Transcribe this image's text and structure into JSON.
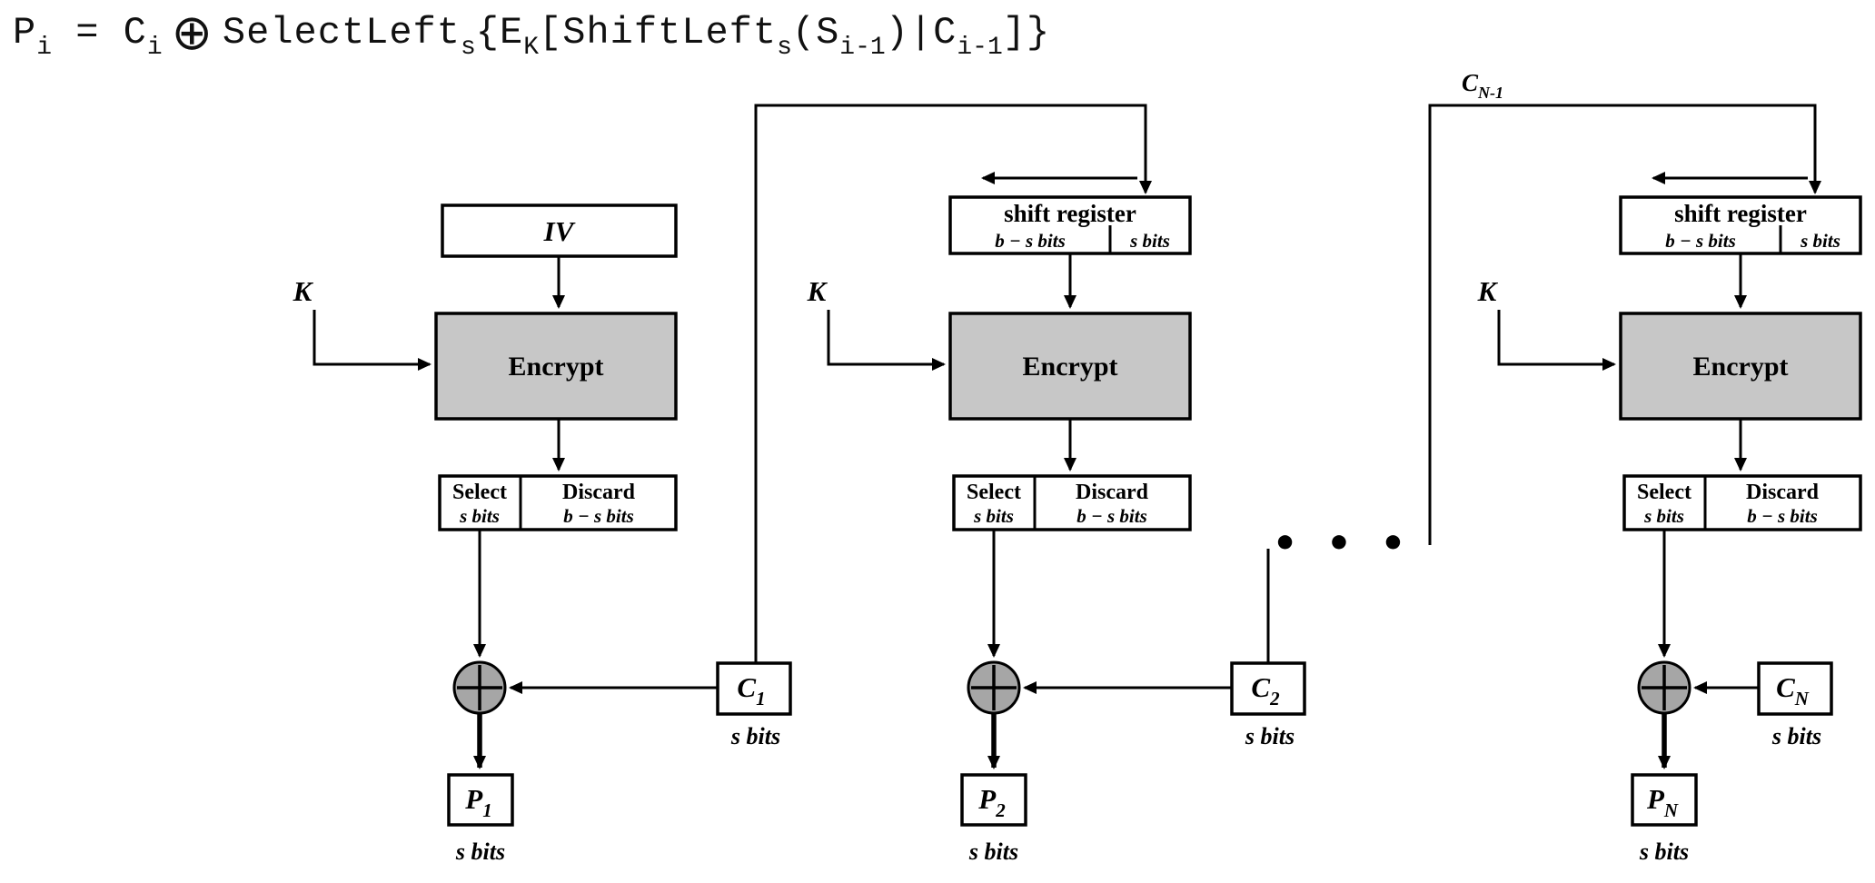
{
  "formula": {
    "segments": [
      "P",
      "i",
      " = C",
      "i",
      "⊕",
      "SelectLeft",
      "s",
      "{E",
      "K",
      "[ShiftLeft",
      "s",
      "(S",
      "i-1",
      ")|C",
      "i-1",
      "]}"
    ]
  },
  "diagram": {
    "feedback_label": {
      "main": "C",
      "sub": "N-1"
    },
    "ellipsis": "• • •",
    "stages": [
      {
        "input_box": {
          "label": "IV"
        },
        "key_label": "K",
        "encrypt_label": "Encrypt",
        "select": {
          "title": "Select",
          "bits": "s bits"
        },
        "discard": {
          "title": "Discard",
          "bits": "b − s bits"
        },
        "cipher": {
          "main": "C",
          "sub": "1",
          "bits": "s bits"
        },
        "plain": {
          "main": "P",
          "sub": "1",
          "bits": "s bits"
        }
      },
      {
        "shift_register": {
          "title": "shift register",
          "left_cell": "b − s bits",
          "right_cell": "s bits"
        },
        "key_label": "K",
        "encrypt_label": "Encrypt",
        "select": {
          "title": "Select",
          "bits": "s bits"
        },
        "discard": {
          "title": "Discard",
          "bits": "b − s bits"
        },
        "cipher": {
          "main": "C",
          "sub": "2",
          "bits": "s bits"
        },
        "plain": {
          "main": "P",
          "sub": "2",
          "bits": "s bits"
        }
      },
      {
        "shift_register": {
          "title": "shift register",
          "left_cell": "b − s bits",
          "right_cell": "s bits"
        },
        "key_label": "K",
        "encrypt_label": "Encrypt",
        "select": {
          "title": "Select",
          "bits": "s bits"
        },
        "discard": {
          "title": "Discard",
          "bits": "b − s bits"
        },
        "cipher": {
          "main": "C",
          "sub": "N",
          "bits": "s bits"
        },
        "plain": {
          "main": "P",
          "sub": "N",
          "bits": "s bits"
        }
      }
    ]
  },
  "colors": {
    "line": "#000000",
    "encrypt_fill": "#c7c7c7",
    "xor_fill": "#a6a6a6",
    "background": "#ffffff"
  }
}
